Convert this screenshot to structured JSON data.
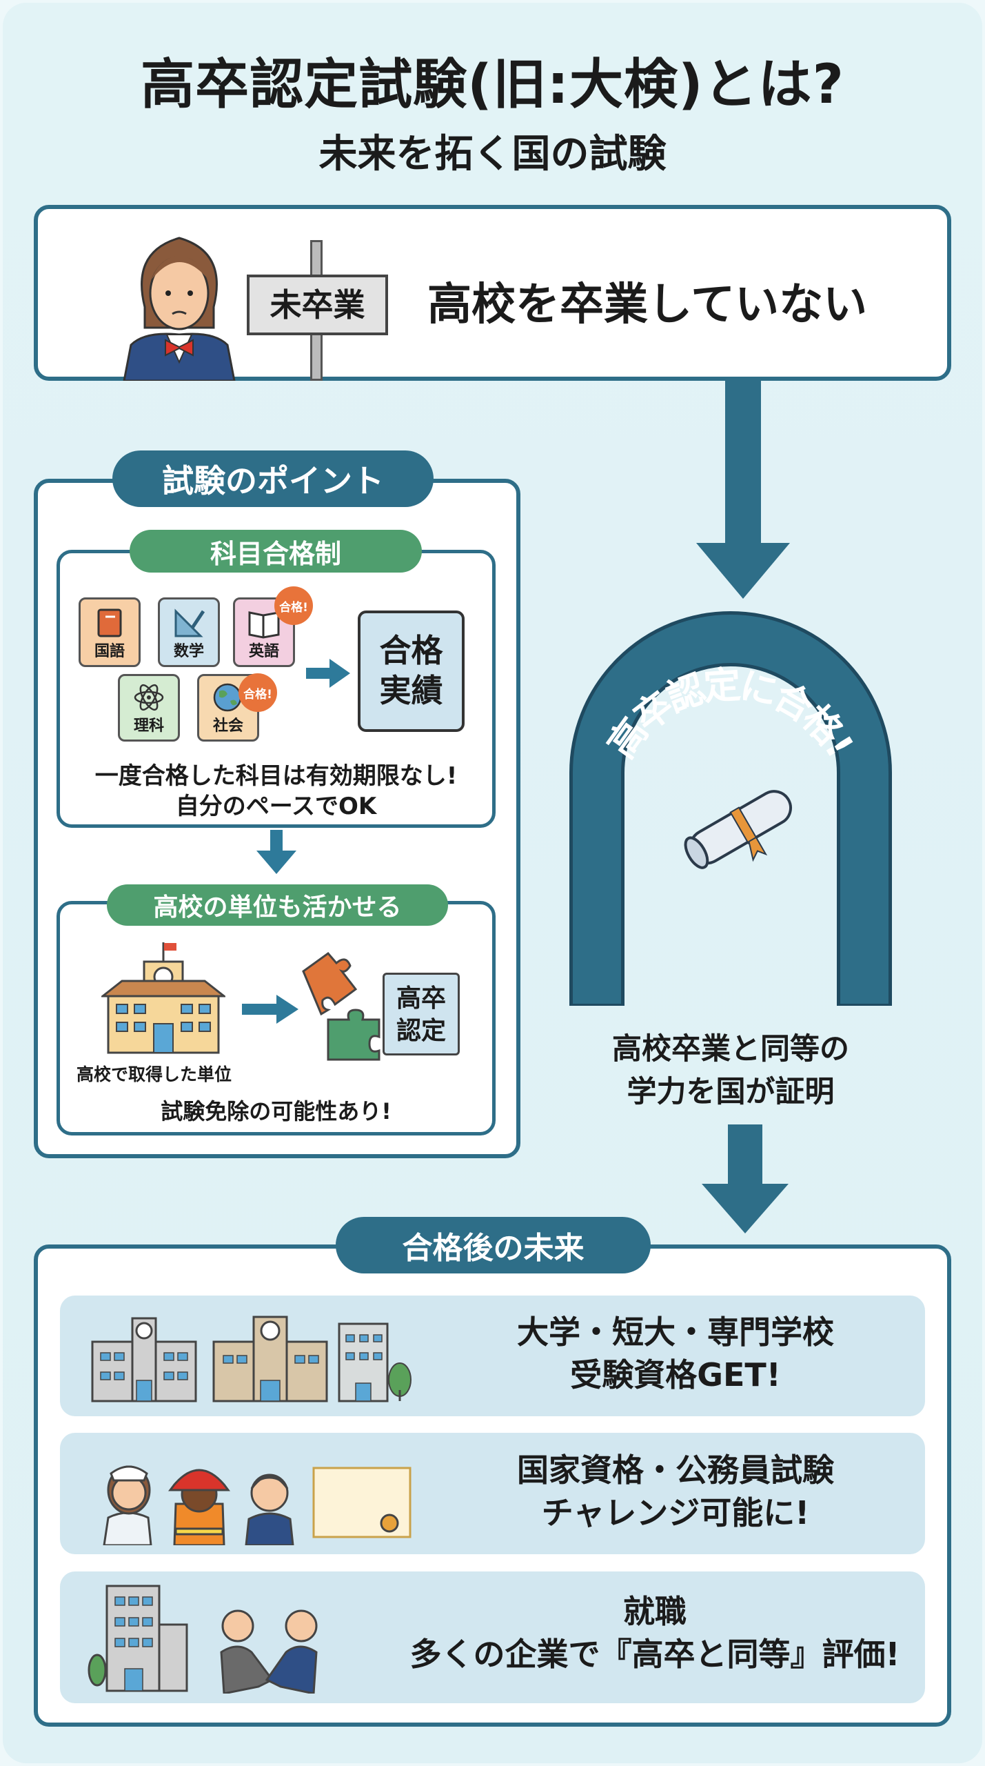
{
  "header": {
    "title": "高卒認定試験(旧:大検)とは?",
    "subtitle": "未来を拓く国の試験"
  },
  "intro": {
    "sign": "未卒業",
    "text": "高校を卒業していない"
  },
  "points": {
    "label": "試験のポイント",
    "subject_system": {
      "label": "科目合格制",
      "subjects": [
        "国語",
        "数学",
        "英語",
        "理科",
        "社会"
      ],
      "badge": "合格!",
      "result": [
        "合格",
        "実績"
      ],
      "note": [
        "一度合格した科目は有効期限なし!",
        "自分のペースでOK"
      ]
    },
    "credits": {
      "label": "高校の単位も活かせる",
      "school_caption": "高校で取得した単位",
      "puzzle": [
        "高卒",
        "認定"
      ],
      "note": "試験免除の可能性あり!"
    }
  },
  "arch": {
    "text": "高卒認定に合格!",
    "caption": [
      "高校卒業と同等の",
      "学力を国が証明"
    ]
  },
  "future": {
    "label": "合格後の未来",
    "rows": [
      {
        "lines": [
          "大学・短大・専門学校",
          "受験資格GET!"
        ]
      },
      {
        "lines": [
          "国家資格・公務員試験",
          "チャレンジ可能に!"
        ]
      },
      {
        "lines": [
          "就職",
          "多くの企業で『高卒と同等』評価!"
        ]
      }
    ]
  },
  "colors": {
    "teal": "#2e6e88",
    "green": "#4f9e6e",
    "orange": "#e8733a",
    "row_bg": "#d2e7f0"
  }
}
